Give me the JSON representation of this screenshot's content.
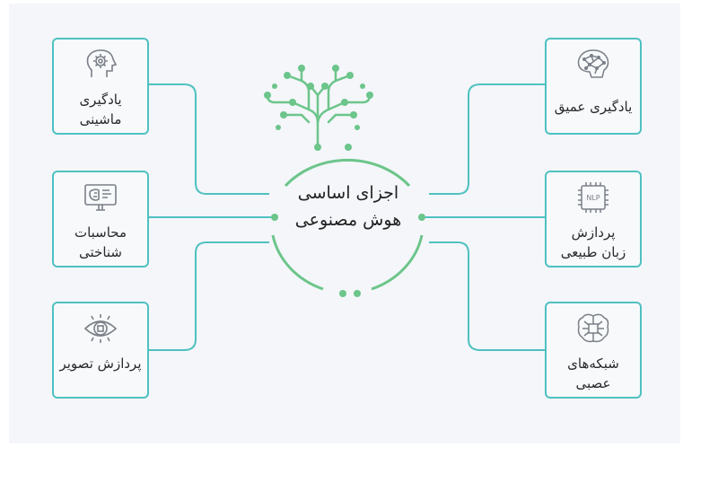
{
  "center": {
    "title": "اجزای اساسی\nهوش مصنوعی"
  },
  "cards": {
    "machine_learning": {
      "label": "یادگیری\nماشینی",
      "icon": "robot-head-gear-icon"
    },
    "cognitive_computing": {
      "label": "محاسبات\nشناختی",
      "icon": "monitor-brain-icon"
    },
    "computer_vision": {
      "label": "پردازش تصویر",
      "icon": "eye-chip-icon"
    },
    "deep_learning": {
      "label": "یادگیری عمیق",
      "icon": "neural-brain-network-icon"
    },
    "nlp": {
      "label": "پردازش\nزبان طبیعی",
      "icon": "nlp-chip-icon",
      "chip_text": "NLP"
    },
    "neural_networks": {
      "label": "شبکه‌های\nعصبی",
      "icon": "brain-circuit-icon"
    }
  },
  "colors": {
    "teal": "#4fc1c1",
    "green": "#6cc58a",
    "background": "#f4f6fa",
    "icon_gray": "#7a7f87"
  }
}
